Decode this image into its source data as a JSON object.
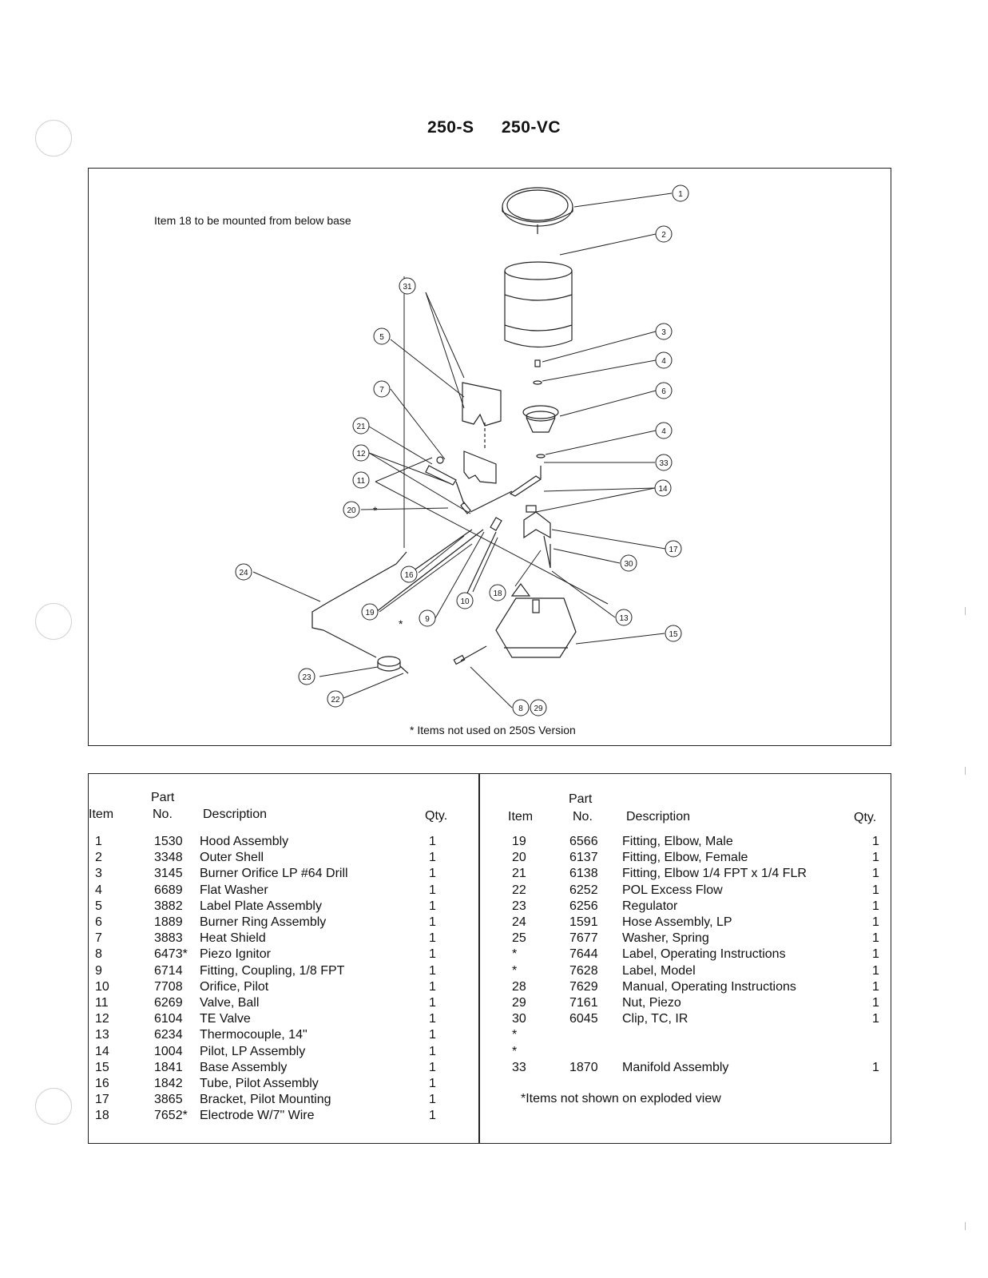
{
  "title": {
    "model_a": "250-S",
    "model_b": "250-VC"
  },
  "diagram": {
    "top_note": "Item 18 to be mounted from below base",
    "bottom_note": "* Items not used on 250S Version",
    "asterisk": "*",
    "callouts": [
      "1",
      "2",
      "3",
      "4",
      "6",
      "4",
      "33",
      "14",
      "17",
      "30",
      "13",
      "15",
      "8",
      "29",
      "31",
      "5",
      "7",
      "21",
      "12",
      "11",
      "20",
      "24",
      "16",
      "19",
      "9",
      "10",
      "18",
      "23",
      "22"
    ]
  },
  "table": {
    "headers": {
      "item": "Item",
      "part_top": "Part",
      "part_bottom": "No.",
      "description": "Description",
      "qty": "Qty."
    },
    "left_rows": [
      {
        "item": "1",
        "part": "1530",
        "description": "Hood Assembly",
        "qty": "1"
      },
      {
        "item": "2",
        "part": "3348",
        "description": "Outer Shell",
        "qty": "1"
      },
      {
        "item": "3",
        "part": "3145",
        "description": "Burner Orifice LP  #64 Drill",
        "qty": "1"
      },
      {
        "item": "4",
        "part": "6689",
        "description": "Flat Washer",
        "qty": "1"
      },
      {
        "item": "5",
        "part": "3882",
        "description": "Label Plate Assembly",
        "qty": "1"
      },
      {
        "item": "6",
        "part": "1889",
        "description": "Burner Ring Assembly",
        "qty": "1"
      },
      {
        "item": "7",
        "part": "3883",
        "description": "Heat Shield",
        "qty": "1"
      },
      {
        "item": "8",
        "part": "6473*",
        "description": "Piezo Ignitor",
        "qty": "1"
      },
      {
        "item": "9",
        "part": "6714",
        "description": "Fitting, Coupling, 1/8 FPT",
        "qty": "1"
      },
      {
        "item": "10",
        "part": "7708",
        "description": "Orifice, Pilot",
        "qty": "1"
      },
      {
        "item": "11",
        "part": "6269",
        "description": "Valve, Ball",
        "qty": "1"
      },
      {
        "item": "12",
        "part": "6104",
        "description": "TE Valve",
        "qty": "1"
      },
      {
        "item": "13",
        "part": "6234",
        "description": "Thermocouple, 14\"",
        "qty": "1"
      },
      {
        "item": "14",
        "part": "1004",
        "description": "Pilot, LP Assembly",
        "qty": "1"
      },
      {
        "item": "15",
        "part": "1841",
        "description": "Base Assembly",
        "qty": "1"
      },
      {
        "item": "16",
        "part": "1842",
        "description": "Tube, Pilot Assembly",
        "qty": "1"
      },
      {
        "item": "17",
        "part": "3865",
        "description": "Bracket, Pilot Mounting",
        "qty": "1"
      },
      {
        "item": "18",
        "part": "7652*",
        "description": "Electrode W/7\" Wire",
        "qty": "1"
      }
    ],
    "right_rows": [
      {
        "item": "19",
        "part": "6566",
        "description": "Fitting, Elbow, Male",
        "qty": "1"
      },
      {
        "item": "20",
        "part": "6137",
        "description": "Fitting, Elbow, Female",
        "qty": "1"
      },
      {
        "item": "21",
        "part": "6138",
        "description": "Fitting, Elbow 1/4 FPT x 1/4 FLR",
        "qty": "1"
      },
      {
        "item": "22",
        "part": "6252",
        "description": "POL Excess Flow",
        "qty": "1"
      },
      {
        "item": "23",
        "part": "6256",
        "description": "Regulator",
        "qty": "1"
      },
      {
        "item": "24",
        "part": "1591",
        "description": "Hose Assembly, LP",
        "qty": "1"
      },
      {
        "item": "25",
        "part": "7677",
        "description": "Washer, Spring",
        "qty": "1"
      },
      {
        "item": "*",
        "part": "7644",
        "description": "Label, Operating Instructions",
        "qty": "1"
      },
      {
        "item": "*",
        "part": "7628",
        "description": "Label, Model",
        "qty": "1"
      },
      {
        "item": "28",
        "part": "7629",
        "description": "Manual, Operating Instructions",
        "qty": "1"
      },
      {
        "item": "29",
        "part": "7161",
        "description": "Nut, Piezo",
        "qty": "1"
      },
      {
        "item": "30",
        "part": "6045",
        "description": "Clip, TC, IR",
        "qty": "1"
      },
      {
        "item": "*",
        "part": "",
        "description": "",
        "qty": ""
      },
      {
        "item": "*",
        "part": "",
        "description": "",
        "qty": ""
      },
      {
        "item": "33",
        "part": "1870",
        "description": "Manifold Assembly",
        "qty": "1"
      }
    ],
    "footnote": "*Items not shown on exploded view"
  }
}
